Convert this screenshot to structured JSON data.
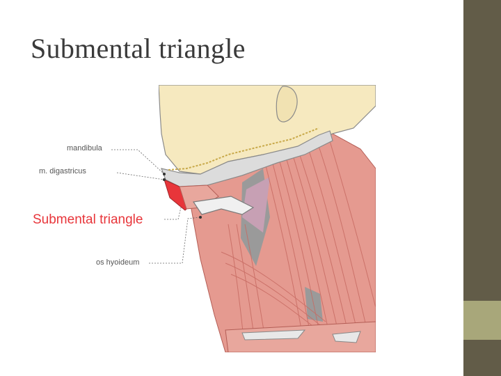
{
  "slide": {
    "title": "Submental triangle"
  },
  "diagram": {
    "labels": {
      "mandibula": "mandibula",
      "digastricus": "m. digastricus",
      "submental_triangle": "Submental triangle",
      "hyoid": "os hyoideum"
    }
  },
  "colors": {
    "sidebar": "#625c48",
    "sidebar_accent": "#a8a77a",
    "highlight": "#e8353a",
    "muscle": "#e59a90",
    "skin": "#f6e9bf",
    "bone": "#dcdcdc"
  }
}
